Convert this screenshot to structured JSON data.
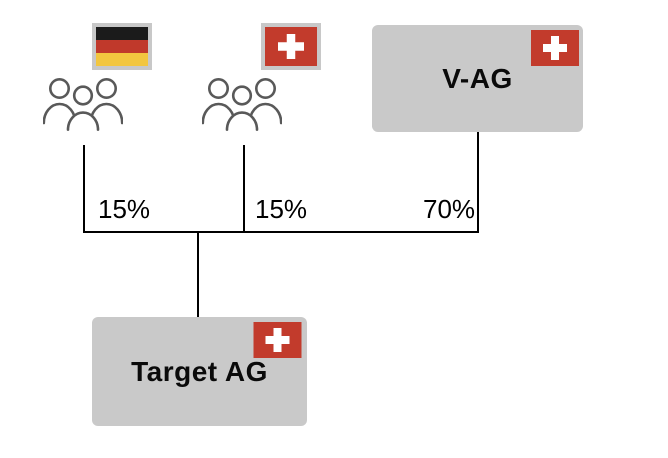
{
  "diagram_title": "ownership-structure",
  "entities": {
    "german_group": {
      "type": "shareholder-group",
      "country": "Germany",
      "flag": "germany-flag",
      "icon": "people-group-icon",
      "stake_label": "15%"
    },
    "swiss_group": {
      "type": "shareholder-group",
      "country": "Switzerland",
      "flag": "switzerland-flag",
      "icon": "people-group-icon",
      "stake_label": "15%"
    },
    "v_ag": {
      "type": "company",
      "label": "V-AG",
      "country": "Switzerland",
      "flag": "switzerland-flag",
      "stake_label": "70%"
    },
    "target_ag": {
      "type": "company",
      "label": "Target AG",
      "country": "Switzerland",
      "flag": "switzerland-flag"
    }
  },
  "colors": {
    "box_fill": "#c9c9c9",
    "flag_frame": "#c8c8c8",
    "swiss_red": "#c23b2c",
    "german_black": "#1b1b1b",
    "german_red": "#c0392b",
    "german_gold": "#f2c63f",
    "connector_line": "#000000",
    "people_icon_stroke": "#595959",
    "label_text": "#000000"
  }
}
